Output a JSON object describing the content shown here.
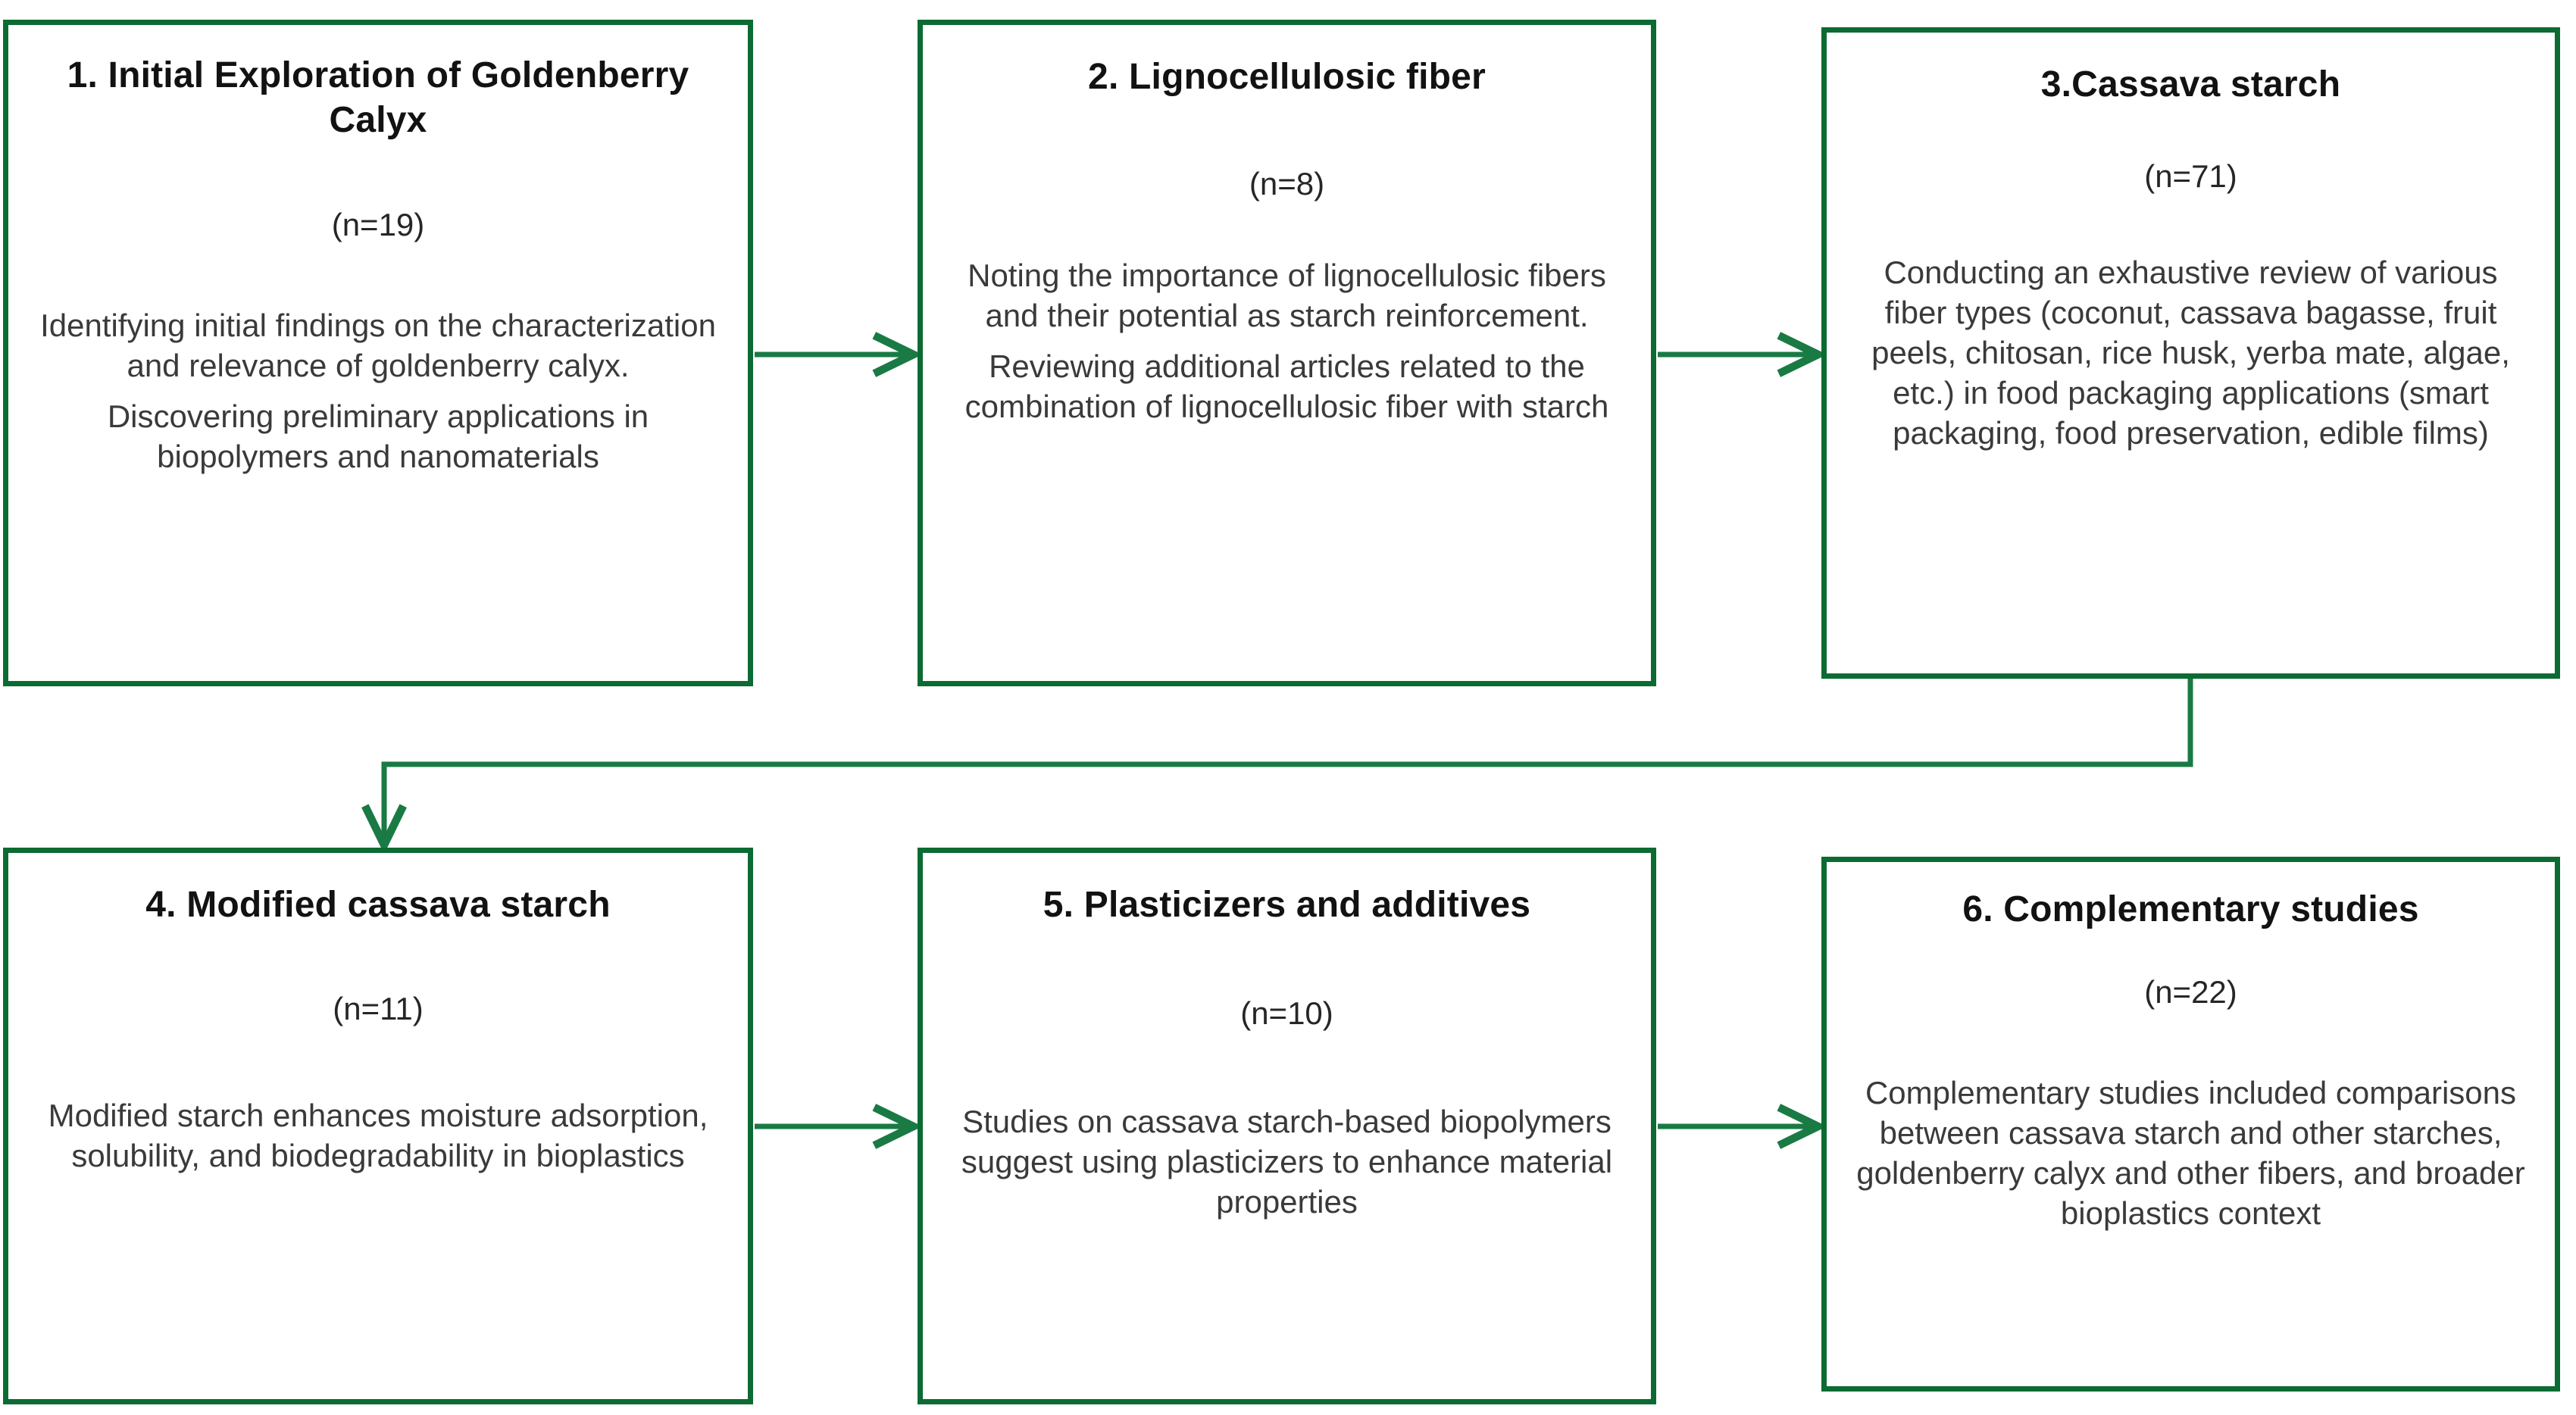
{
  "diagram": {
    "title": "Literature review staged flowchart",
    "accent_color": "#0b6b33",
    "connector_color": "#1a7a44",
    "background": "#ffffff",
    "boxes": [
      {
        "id": "box-1",
        "title": "1. Initial Exploration of Goldenberry Calyx",
        "count": "(n=19)",
        "body": [
          "Identifying initial findings on the characterization and relevance of goldenberry calyx.",
          "Discovering preliminary applications in biopolymers and nanomaterials"
        ]
      },
      {
        "id": "box-2",
        "title": "2. Lignocellulosic fiber",
        "count": "(n=8)",
        "body": [
          "Noting the importance of lignocellulosic fibers and their potential as starch reinforcement.",
          "Reviewing additional articles related to the combination of lignocellulosic fiber with starch"
        ]
      },
      {
        "id": "box-3",
        "title": "3.Cassava starch",
        "count": "(n=71)",
        "body": [
          "Conducting an exhaustive review of various fiber types (coconut, cassava bagasse, fruit peels, chitosan, rice husk, yerba mate, algae, etc.) in food packaging applications (smart packaging, food preservation, edible films)"
        ]
      },
      {
        "id": "box-4",
        "title": "4. Modified cassava starch",
        "count": "(n=11)",
        "body": [
          "Modified starch enhances moisture adsorption, solubility, and biodegradability in bioplastics"
        ]
      },
      {
        "id": "box-5",
        "title": "5. Plasticizers and additives",
        "count": "(n=10)",
        "body": [
          "Studies on cassava starch-based biopolymers suggest using plasticizers to enhance material properties"
        ]
      },
      {
        "id": "box-6",
        "title": "6. Complementary studies",
        "count": "(n=22)",
        "body": [
          "Complementary studies included comparisons between cassava starch and other starches, goldenberry calyx and other fibers, and broader bioplastics context"
        ]
      }
    ],
    "connectors": [
      {
        "name": "arrow-box1-to-box2",
        "from": "box-1",
        "to": "box-2",
        "kind": "straight-right"
      },
      {
        "name": "arrow-box2-to-box3",
        "from": "box-2",
        "to": "box-3",
        "kind": "straight-right"
      },
      {
        "name": "arrow-box3-to-box4",
        "from": "box-3",
        "to": "box-4",
        "kind": "elbow-down-left"
      },
      {
        "name": "arrow-box4-to-box5",
        "from": "box-4",
        "to": "box-5",
        "kind": "straight-right"
      },
      {
        "name": "arrow-box5-to-box6",
        "from": "box-5",
        "to": "box-6",
        "kind": "straight-right"
      }
    ]
  }
}
